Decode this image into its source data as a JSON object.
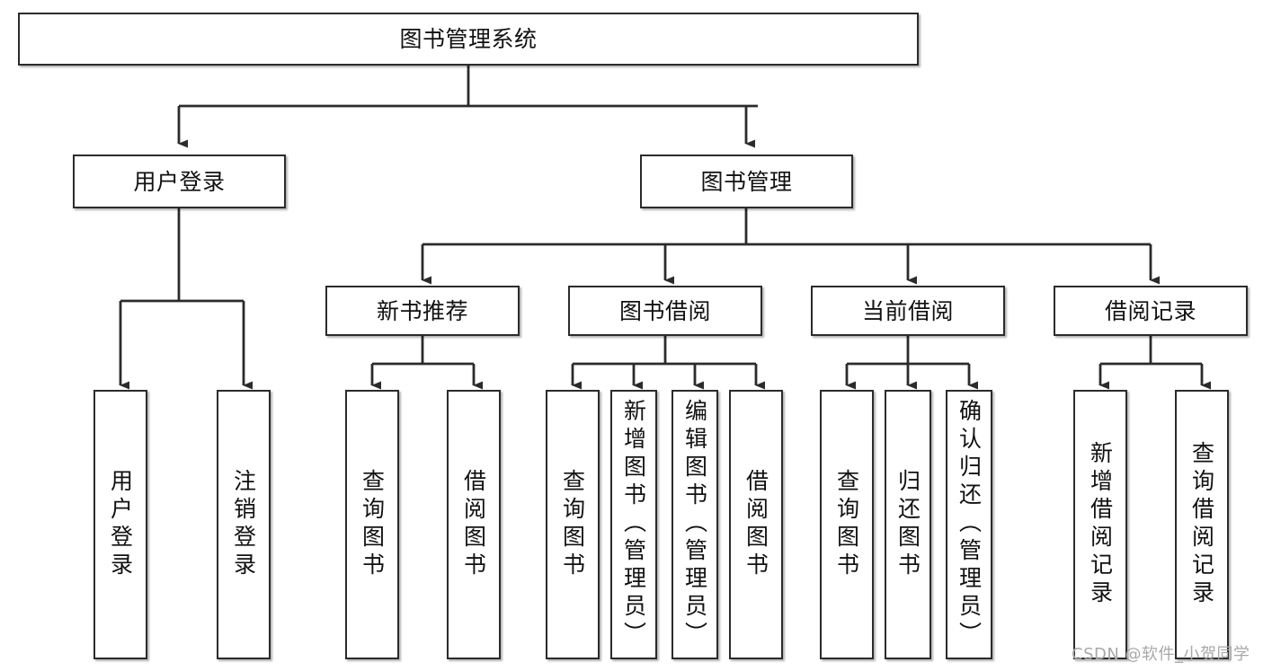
{
  "diagram": {
    "type": "tree",
    "title": "图书管理系统",
    "root": {
      "id": "root",
      "label": "图书管理系统"
    },
    "level2": [
      {
        "id": "user-login",
        "label": "用户登录"
      },
      {
        "id": "book-management",
        "label": "图书管理"
      }
    ],
    "level3": [
      {
        "id": "new-book-recommend",
        "label": "新书推荐"
      },
      {
        "id": "book-borrow",
        "label": "图书借阅"
      },
      {
        "id": "current-borrow",
        "label": "当前借阅"
      },
      {
        "id": "borrow-record",
        "label": "借阅记录"
      }
    ],
    "leaves": {
      "user_login": [
        {
          "id": "leaf-user-login",
          "label": "用户登录"
        },
        {
          "id": "leaf-logout-login",
          "label": "注销登录"
        }
      ],
      "new_book_recommend": [
        {
          "id": "leaf-query-book-1",
          "label": "查询图书"
        },
        {
          "id": "leaf-borrow-book-1",
          "label": "借阅图书"
        }
      ],
      "book_borrow": [
        {
          "id": "leaf-query-book-2",
          "label": "查询图书"
        },
        {
          "id": "leaf-add-book",
          "label": "新增图书（管理员）"
        },
        {
          "id": "leaf-edit-book",
          "label": "编辑图书（管理员）"
        },
        {
          "id": "leaf-borrow-book-2",
          "label": "借阅图书"
        }
      ],
      "current_borrow": [
        {
          "id": "leaf-query-book-3",
          "label": "查询图书"
        },
        {
          "id": "leaf-return-book",
          "label": "归还图书"
        },
        {
          "id": "leaf-confirm-return",
          "label": "确认归还（管理员）"
        }
      ],
      "borrow_record": [
        {
          "id": "leaf-add-record",
          "label": "新增借阅记录"
        },
        {
          "id": "leaf-query-record",
          "label": "查询借阅记录"
        }
      ]
    }
  },
  "watermark": {
    "text": "CSDN @软件_小贺同学"
  },
  "colors": {
    "box_border": "#2b2b2b",
    "box_fill": "#ffffff",
    "connector": "#2b2b2b",
    "text": "#111111",
    "watermark": "#a8a8a8",
    "background": "#ffffff"
  }
}
